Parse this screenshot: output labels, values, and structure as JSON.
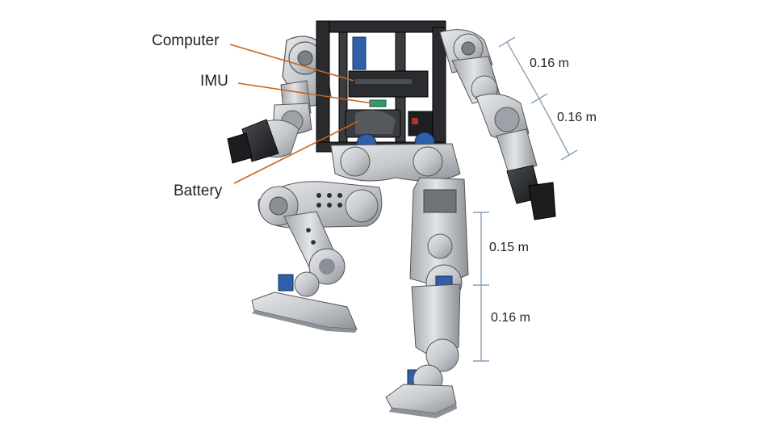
{
  "annotations": {
    "computer": "Computer",
    "imu": "IMU",
    "battery": "Battery"
  },
  "dimensions": {
    "upper_arm": "0.16 m",
    "forearm": "0.16 m",
    "thigh": "0.15 m",
    "shin": "0.16 m"
  },
  "colors": {
    "leader_line": "#c8641e",
    "dimension_line": "#8aa0b4",
    "frame": "#1e1e1e",
    "aluminum": "#c9ccd0",
    "motor_blue": "#2f5fa8",
    "imu_green": "#2f9a6a"
  }
}
